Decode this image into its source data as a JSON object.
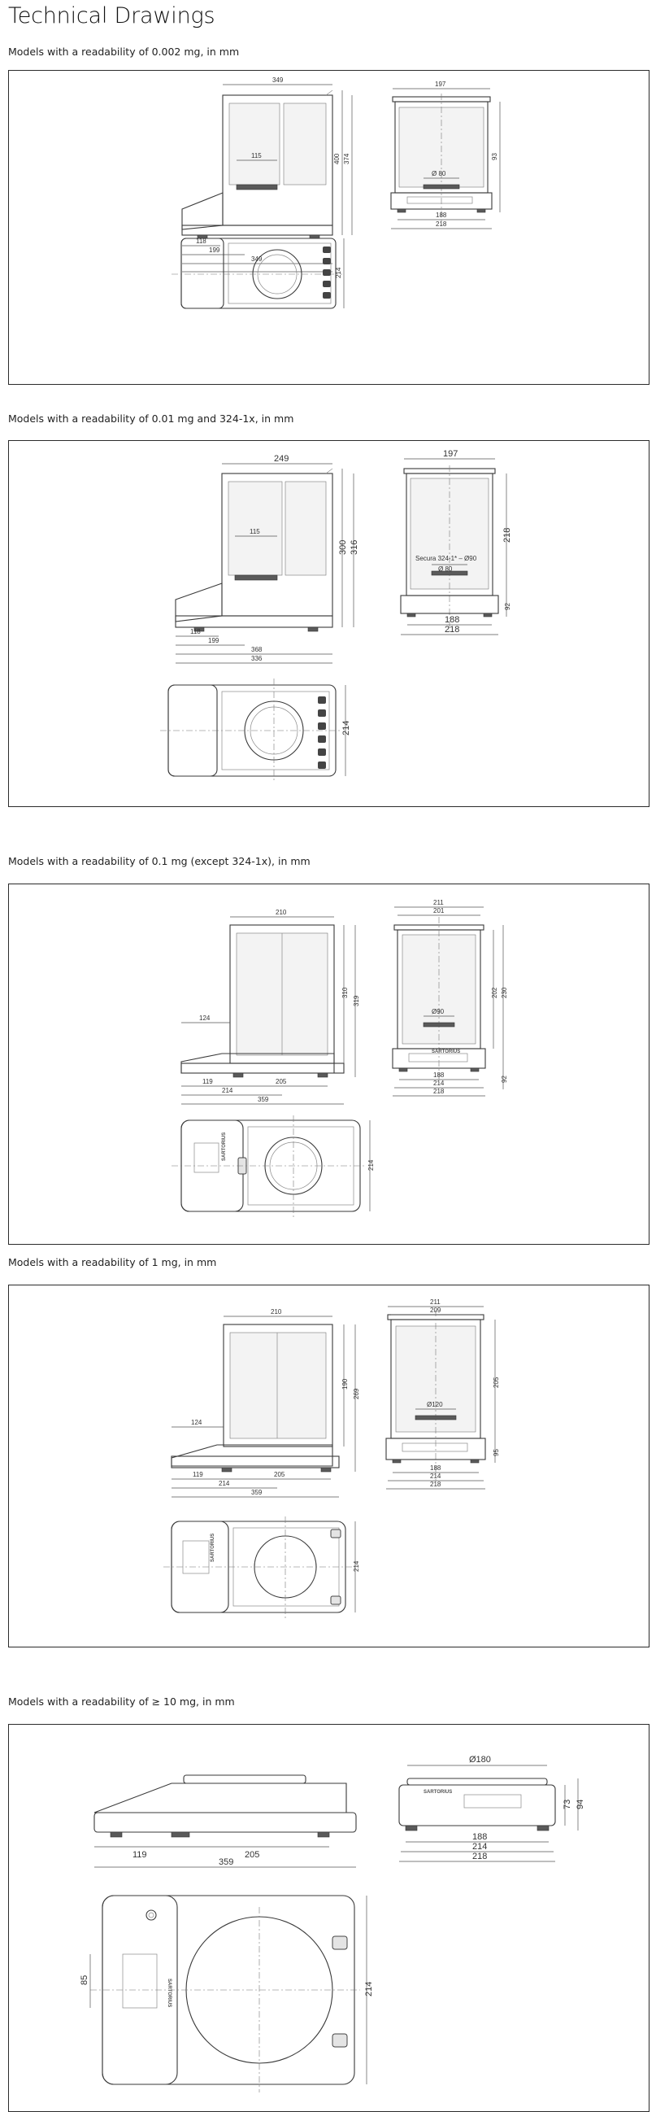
{
  "page": {
    "title": "Technical Drawings"
  },
  "sections": [
    {
      "caption": "Models with a readability of 0.002 mg, in mm",
      "dims": {
        "width": "349",
        "height": "400",
        "depth": "374",
        "side_gap": "115",
        "left_a": "118",
        "left_b": "199",
        "left_c": "349",
        "side_h1": "400",
        "side_h2": "374",
        "front_top": "197",
        "front_dia": "Ø 80",
        "front_b1": "188",
        "front_b2": "218",
        "front_h": "93",
        "plan_d": "214"
      }
    },
    {
      "caption": "Models with a readability of 0.01 mg and 324-1x, in mm",
      "dims": {
        "width": "249",
        "height_a": "300",
        "height_b": "316",
        "side_gap": "115",
        "left_a": "118",
        "left_b": "199",
        "left_c": "368",
        "left_d": "336",
        "front_top": "197",
        "front_note": "Secura 324-1* – Ø90",
        "front_dia": "Ø 80",
        "front_b1": "188",
        "front_b2": "218",
        "front_h1": "218",
        "front_h2": "92",
        "plan_d": "214"
      }
    },
    {
      "caption": "Models with a readability of 0.1 mg (except 324-1x), in mm",
      "dims": {
        "width": "210",
        "height": "310",
        "height_b": "319",
        "side_gap": "124",
        "left_a": "119",
        "left_b": "205",
        "left_c": "214",
        "left_d": "359",
        "front_t1": "211",
        "front_t2": "201",
        "front_dia": "Ø90",
        "front_h1": "202",
        "front_h2": "230",
        "front_h3": "92",
        "front_b1": "188",
        "front_b2": "214",
        "front_b3": "218",
        "plan_d": "214"
      }
    },
    {
      "caption": "Models with a readability of 1 mg, in mm",
      "dims": {
        "width": "210",
        "height": "190",
        "height_b": "269",
        "side_gap": "124",
        "left_a": "119",
        "left_b": "205",
        "left_c": "214",
        "left_d": "359",
        "front_t1": "211",
        "front_t2": "209",
        "front_dia": "Ø120",
        "front_h1": "205",
        "front_h2": "95",
        "front_b1": "188",
        "front_b2": "214",
        "front_b3": "218",
        "plan_d": "214"
      }
    },
    {
      "caption": "Models with a readability of ≥ 10 mg, in mm",
      "dims": {
        "left_a": "119",
        "left_b": "205",
        "left_c": "359",
        "front_dia": "Ø180",
        "front_h1": "73",
        "front_h2": "94",
        "front_b1": "188",
        "front_b2": "214",
        "front_b3": "218",
        "plan_w": "85",
        "plan_d": "214"
      }
    }
  ],
  "brand": "SARTORIUS"
}
